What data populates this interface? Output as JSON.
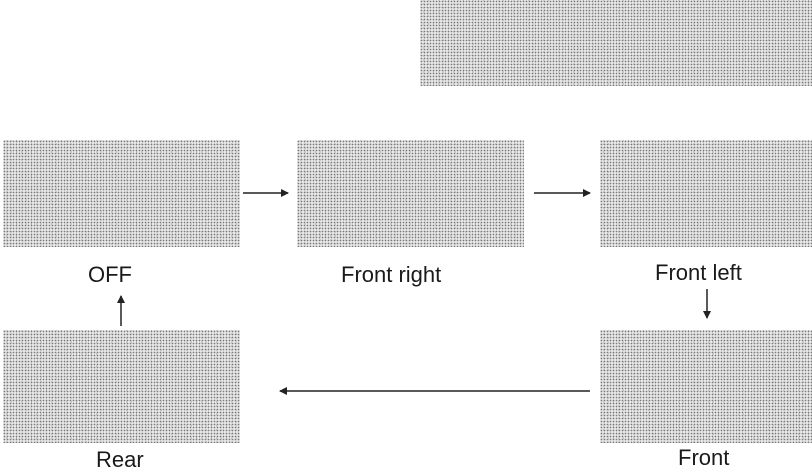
{
  "states": {
    "off": "OFF",
    "front_right": "Front right",
    "front_left": "Front left",
    "front": "Front",
    "rear": "Rear"
  },
  "colors": {
    "text": "#1a1a1a",
    "arrow": "#222222",
    "panel_fill": "#e6e6e6"
  }
}
